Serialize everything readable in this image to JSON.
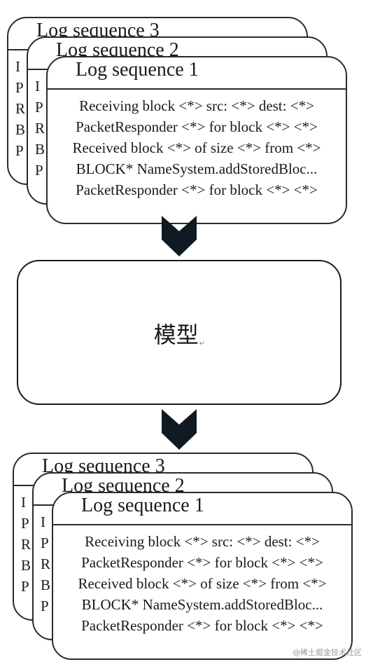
{
  "input_stack": {
    "card3": {
      "title": "Log sequence 3",
      "lines": [
        "I",
        "P",
        "R",
        "B",
        "P"
      ]
    },
    "card2": {
      "title": "Log sequence 2",
      "lines": [
        "I",
        "P",
        "R",
        "B",
        "P"
      ]
    },
    "card1": {
      "title": "Log sequence 1",
      "lines": [
        "Receiving block <*> src: <*> dest: <*>",
        "PacketResponder <*> for block <*> <*>",
        "Received block <*> of size <*> from <*>",
        "BLOCK* NameSystem.addStoredBloc...",
        "PacketResponder <*> for block <*> <*>"
      ]
    }
  },
  "arrow_icon": "chevron-down-arrow",
  "model": {
    "label": "模型",
    "mark": "↵"
  },
  "output_stack": {
    "card3": {
      "title": "Log sequence 3",
      "lines": [
        "I",
        "P",
        "R",
        "B",
        "P"
      ]
    },
    "card2": {
      "title": "Log sequence 2",
      "lines": [
        "I",
        "P",
        "R",
        "B",
        "P"
      ]
    },
    "card1": {
      "title": "Log sequence 1",
      "lines": [
        "Receiving block <*> src: <*> dest: <*>",
        "PacketResponder <*> for block <*> <*>",
        "Received block <*> of size <*> from <*>",
        "BLOCK* NameSystem.addStoredBloc...",
        "PacketResponder <*> for block <*> <*>"
      ]
    }
  },
  "watermark": "@稀土掘金技术社区",
  "colors": {
    "stroke": "#2b2b2b",
    "arrow": "#111a22"
  }
}
